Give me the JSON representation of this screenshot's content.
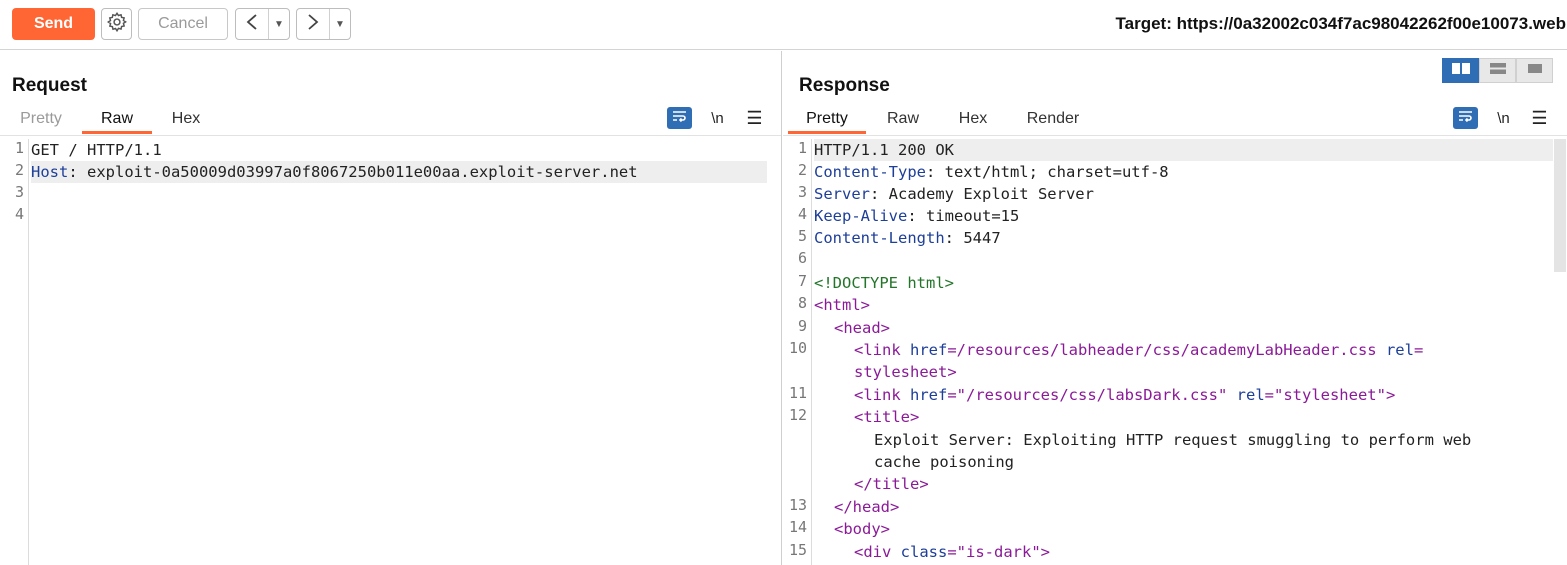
{
  "toolbar": {
    "send_label": "Send",
    "cancel_label": "Cancel",
    "back_glyph": "<",
    "forward_glyph": ">",
    "dropdown_glyph": "▼",
    "target_text": "Target: https://0a32002c034f7ac98042262f00e10073.web"
  },
  "request": {
    "title": "Request",
    "tabs": [
      "Pretty",
      "Raw",
      "Hex"
    ],
    "active_tab": "Raw",
    "newline_glyph": "\\n",
    "menu_glyph": "☰",
    "lines": [
      {
        "n": "1",
        "a": "GET / HTTP/1.1",
        "b": ""
      },
      {
        "n": "2",
        "a": "Host",
        "b": ": exploit-0a50009d03997a0f8067250b011e00aa.exploit-server.net"
      },
      {
        "n": "3",
        "a": "",
        "b": ""
      },
      {
        "n": "4",
        "a": "",
        "b": ""
      }
    ]
  },
  "response": {
    "title": "Response",
    "tabs": [
      "Pretty",
      "Raw",
      "Hex",
      "Render"
    ],
    "active_tab": "Pretty",
    "newline_glyph": "\\n",
    "menu_glyph": "☰",
    "headers": [
      {
        "n": "1",
        "name": "HTTP/1.1 200 OK",
        "val": ""
      },
      {
        "n": "2",
        "name": "Content-Type",
        "val": ": text/html; charset=utf-8"
      },
      {
        "n": "3",
        "name": "Server",
        "val": ": Academy Exploit Server"
      },
      {
        "n": "4",
        "name": "Keep-Alive",
        "val": ": timeout=15"
      },
      {
        "n": "5",
        "name": "Content-Length",
        "val": ": 5447"
      },
      {
        "n": "6",
        "name": "",
        "val": ""
      }
    ],
    "html": {
      "l7_n": "7",
      "l7": "<!DOCTYPE html>",
      "l8_n": "8",
      "l8": "<html>",
      "l9_n": "9",
      "l9": "<head>",
      "l10_n": "10",
      "l10_tag": "<link",
      "l10_attr1": "href",
      "l10_val1": "=/resources/labheader/css/academyLabHeader.css",
      "l10_attr2": "rel",
      "l10_eq": "=",
      "l10_cont": "stylesheet>",
      "l11_n": "11",
      "l11_tag": "<link",
      "l11_attr1": "href",
      "l11_val1": "=\"/resources/css/labsDark.css\"",
      "l11_attr2": "rel",
      "l11_val2": "=\"stylesheet\">",
      "l12_n": "12",
      "l12": "<title>",
      "l12_text1": "Exploit Server: Exploiting HTTP request smuggling to perform web",
      "l12_text2": "cache poisoning",
      "l12_close": "</title>",
      "l13_n": "13",
      "l13": "</head>",
      "l14_n": "14",
      "l14": "<body>",
      "l15_n": "15",
      "l15_tag": "<div",
      "l15_attr": "class",
      "l15_val": "=\"is-dark\">"
    }
  },
  "colors": {
    "accent": "#ff6633",
    "tool_blue": "#2f6db5"
  },
  "icons": [
    "gear-icon",
    "wrap-lines-icon",
    "hamburger-menu-icon",
    "split-horizontal-icon",
    "split-vertical-icon",
    "single-pane-icon"
  ]
}
